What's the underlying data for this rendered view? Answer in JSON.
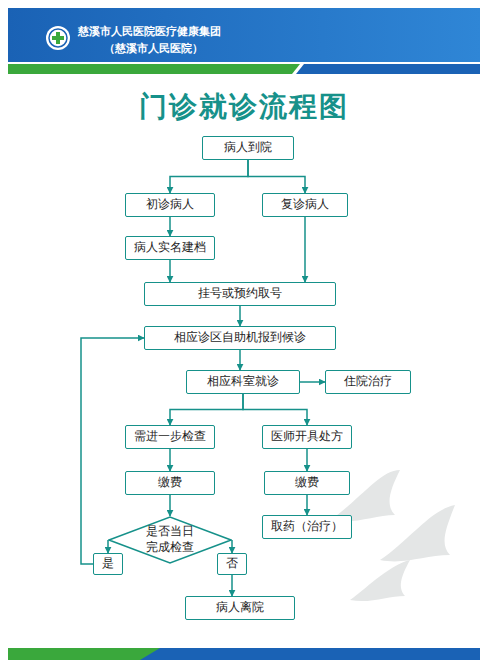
{
  "diagram": {
    "title": "门诊就诊流程图",
    "nodes": [
      {
        "text": [
          "病人到院"
        ]
      },
      {
        "text": [
          "初诊病人"
        ]
      },
      {
        "text": [
          "复诊病人"
        ]
      },
      {
        "text": [
          "病人实名建档"
        ]
      },
      {
        "text": [
          "挂号或预约取号"
        ]
      },
      {
        "text": [
          "相应诊区自助机报到候诊"
        ]
      },
      {
        "text": [
          "相应科室就诊"
        ]
      },
      {
        "text": [
          "住院治疗"
        ]
      },
      {
        "text": [
          "需进一步检查"
        ]
      },
      {
        "text": [
          "医师开具处方"
        ]
      },
      {
        "text": [
          "缴费"
        ]
      },
      {
        "text": [
          "缴费"
        ]
      },
      {
        "text": [
          "是否当日完成检查"
        ]
      },
      {
        "text": [
          "是"
        ]
      },
      {
        "text": [
          "否"
        ]
      },
      {
        "text": [
          "病人离院"
        ]
      },
      {
        "text": [
          "取药（治疗）"
        ]
      }
    ],
    "edges": [
      {
        "from": 0,
        "to": 1,
        "arrow": "to"
      },
      {
        "from": 0,
        "to": 2,
        "arrow": "to"
      },
      {
        "from": 1,
        "to": 3,
        "arrow": "to"
      },
      {
        "from": 3,
        "to": 4,
        "arrow": "to"
      },
      {
        "from": 2,
        "to": 4,
        "arrow": "to"
      },
      {
        "from": 4,
        "to": 5,
        "arrow": "to"
      },
      {
        "from": 5,
        "to": 6,
        "arrow": "to"
      },
      {
        "from": 6,
        "to": 7,
        "arrow": "to"
      },
      {
        "from": 6,
        "to": 8,
        "arrow": "to"
      },
      {
        "from": 6,
        "to": 9,
        "arrow": "to"
      },
      {
        "from": 8,
        "to": 10,
        "arrow": "to"
      },
      {
        "from": 9,
        "to": 11,
        "arrow": "to"
      },
      {
        "from": 11,
        "to": 16,
        "arrow": "to"
      },
      {
        "from": 10,
        "to": 12,
        "arrow": "to"
      },
      {
        "from": 12,
        "to": 13,
        "arrow": "to"
      },
      {
        "from": 12,
        "to": 14,
        "arrow": "to"
      },
      {
        "from": 13,
        "to": 5,
        "arrow": "to"
      },
      {
        "from": 14,
        "to": 15,
        "arrow": "to"
      }
    ],
    "labels": [
      "慈溪市人民医院医疗健康集团",
      "（慈溪市人民医院）"
    ]
  }
}
